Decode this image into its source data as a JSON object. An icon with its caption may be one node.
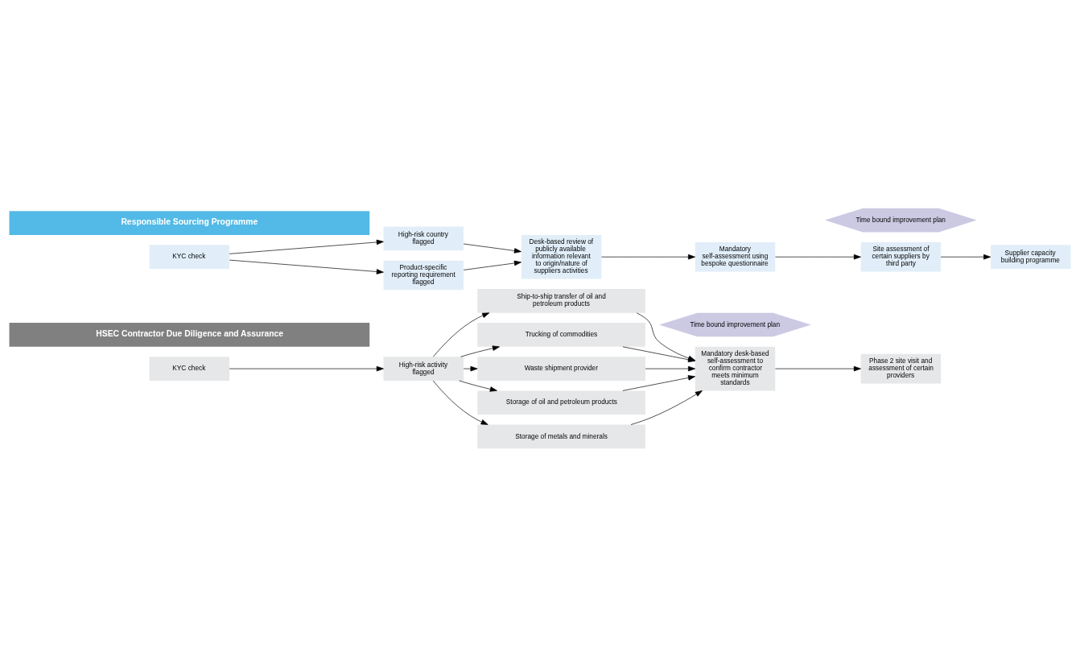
{
  "diagram": {
    "nodes": [
      {
        "text": [
          "HSEC Contractor Due Diligence and Assurance"
        ]
      },
      {
        "text": [
          "KYC check"
        ]
      },
      {
        "text": [
          "High-risk activity flagged"
        ]
      },
      {
        "text": [
          "Ship-to-ship transfer of oil and petroleum products"
        ]
      },
      {
        "text": [
          "Trucking of commodities"
        ]
      },
      {
        "text": [
          "Waste shipment provider"
        ]
      },
      {
        "text": [
          "Storage of oil and petroleum products"
        ]
      },
      {
        "text": [
          "Storage of metals and minerals"
        ]
      },
      {
        "text": [
          "Time bound improvement plan"
        ]
      },
      {
        "text": [
          "Mandatory desk-based self-assessment to confirm contractor meets minimum standards"
        ]
      },
      {
        "text": [
          "Phase 2 site visit and assessment of certain providers"
        ]
      },
      {
        "text": [
          "Responsible Sourcing Programme"
        ]
      },
      {
        "text": [
          "KYC check"
        ]
      },
      {
        "text": [
          "High-risk country flagged"
        ]
      },
      {
        "text": [
          "Product-specific reporting requirement flagged"
        ]
      },
      {
        "text": [
          "Desk-based review of publicly available information relevant to origin/nature of suppliers activities"
        ]
      },
      {
        "text": [
          "Mandatory self-assessment using bespoke questionnaire"
        ]
      },
      {
        "text": [
          "Time bound improvement plan"
        ]
      },
      {
        "text": [
          "Site assessment of certain suppliers by third party"
        ]
      },
      {
        "text": [
          "Supplier capacity building programme"
        ]
      }
    ],
    "edges": [
      {
        "from": 1,
        "to": 2,
        "arrow": "to"
      },
      {
        "from": 2,
        "to": 3,
        "arrow": "to"
      },
      {
        "from": 2,
        "to": 4,
        "arrow": "to"
      },
      {
        "from": 2,
        "to": 5,
        "arrow": "to"
      },
      {
        "from": 2,
        "to": 6,
        "arrow": "to"
      },
      {
        "from": 2,
        "to": 7,
        "arrow": "to"
      },
      {
        "from": 3,
        "to": 9,
        "arrow": "to"
      },
      {
        "from": 4,
        "to": 9,
        "arrow": "to"
      },
      {
        "from": 5,
        "to": 9,
        "arrow": "to"
      },
      {
        "from": 6,
        "to": 9,
        "arrow": "to"
      },
      {
        "from": 7,
        "to": 9,
        "arrow": "to"
      },
      {
        "from": 9,
        "to": 10,
        "arrow": "to"
      },
      {
        "from": 12,
        "to": 13,
        "arrow": "to"
      },
      {
        "from": 12,
        "to": 14,
        "arrow": "to"
      },
      {
        "from": 13,
        "to": 15,
        "arrow": "to"
      },
      {
        "from": 14,
        "to": 15,
        "arrow": "to"
      },
      {
        "from": 15,
        "to": 16,
        "arrow": "to"
      },
      {
        "from": 16,
        "to": 18,
        "arrow": "to"
      },
      {
        "from": 18,
        "to": 19,
        "arrow": "to"
      }
    ]
  }
}
